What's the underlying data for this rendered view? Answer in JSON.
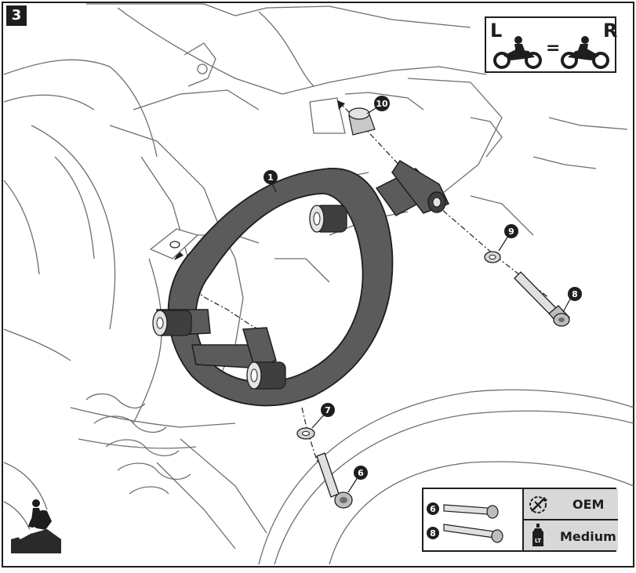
{
  "step": {
    "number": "3"
  },
  "side_indicator": {
    "left_label": "L",
    "equals": "=",
    "right_label": "R"
  },
  "callouts": {
    "c1": "1",
    "c6": "6",
    "c7": "7",
    "c8": "8",
    "c9": "9",
    "c10": "10"
  },
  "torque_table": {
    "rows": [
      {
        "bolt": "6",
        "spec": "OEM",
        "icon": "torque-wrench-icon"
      },
      {
        "bolt": "8",
        "spec": "Medium",
        "icon": "threadlocker-bottle-icon"
      }
    ]
  },
  "threadlocker_label": "LT",
  "colors": {
    "frame": "#1e1e1e",
    "part_fill": "#5b5b5b",
    "part_dark": "#3f3f3f",
    "line_art": "#6e6e6e",
    "panel_grey": "#d8d8d8"
  }
}
